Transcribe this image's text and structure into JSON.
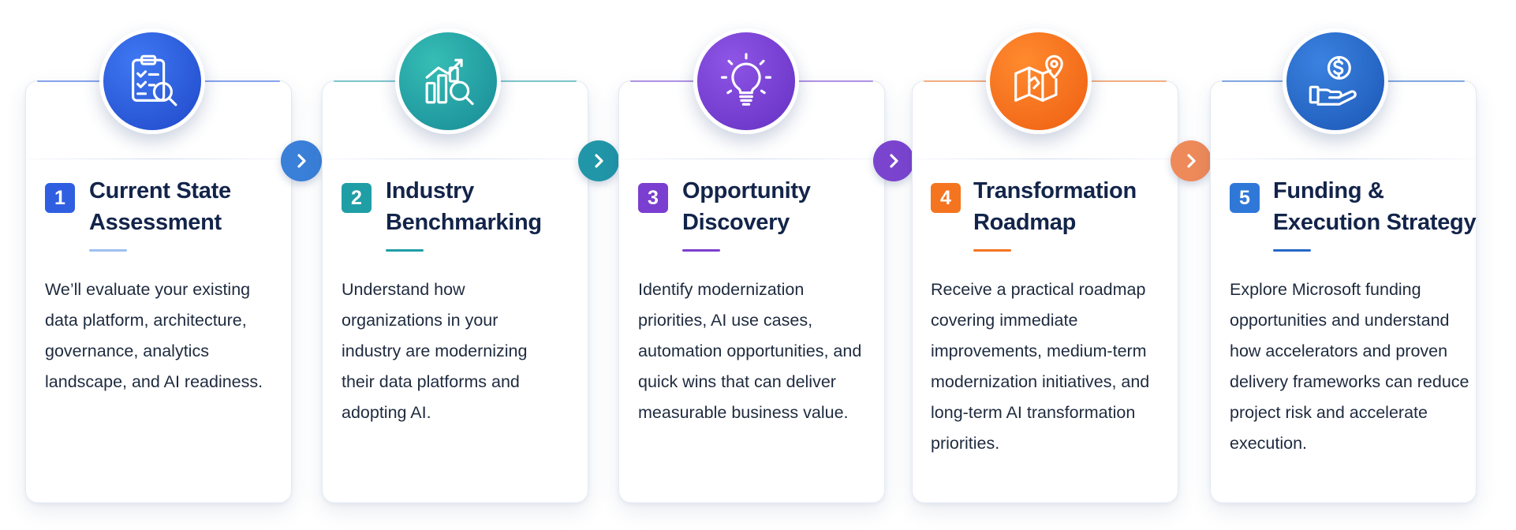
{
  "steps": [
    {
      "number": "1",
      "title_line1": "Current State",
      "title_line2": "Assessment",
      "description": "We’ll evaluate your existing data platform, architecture, governance, analytics landscape, and AI readiness.",
      "icon": "clipboard-magnifier-icon",
      "color": "#2f5fe0"
    },
    {
      "number": "2",
      "title_line1": "Industry",
      "title_line2": "Benchmarking",
      "description": "Understand how organizations in your industry are modernizing their data platforms and adopting AI.",
      "icon": "bar-chart-magnifier-icon",
      "color": "#1f9ea6"
    },
    {
      "number": "3",
      "title_line1": "Opportunity",
      "title_line2": "Discovery",
      "description": "Identify modernization priorities, AI use cases, automation opportunities, and quick wins that can deliver measurable business value.",
      "icon": "lightbulb-icon",
      "color": "#7a3fd0"
    },
    {
      "number": "4",
      "title_line1": "Transformation",
      "title_line2": "Roadmap",
      "description": "Receive a practical roadmap covering immediate improvements, medium-term modernization initiatives, and long-term AI transformation priorities.",
      "icon": "map-pin-icon",
      "color": "#f47420"
    },
    {
      "number": "5",
      "title_line1": "Funding &",
      "title_line2": "Execution Strategy",
      "description": "Explore Microsoft funding opportunities and understand how accelerators and proven delivery frameworks can reduce project risk and accelerate execution.",
      "icon": "hand-dollar-icon",
      "color": "#2567c8"
    }
  ],
  "connectors": [
    {
      "icon": "chevron-right-icon",
      "color": "#3a7fd8"
    },
    {
      "icon": "chevron-right-icon",
      "color": "#2196a8"
    },
    {
      "icon": "chevron-right-icon",
      "color": "#7a44cf"
    },
    {
      "icon": "chevron-right-icon",
      "color": "#ee8a5a"
    }
  ]
}
